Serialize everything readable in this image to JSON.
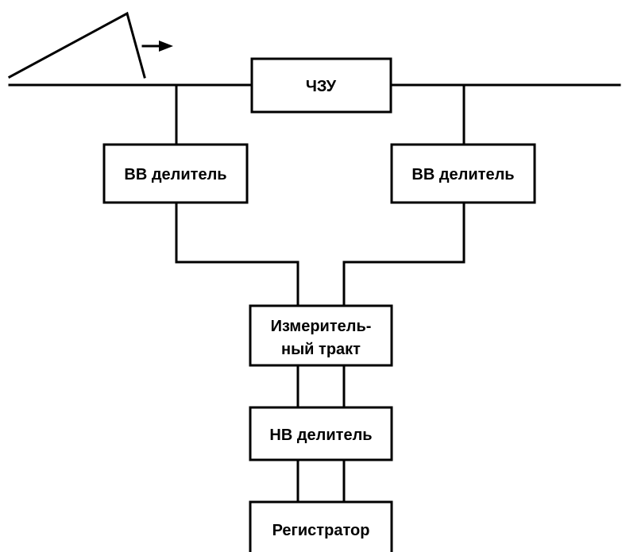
{
  "diagram": {
    "blocks": {
      "chzu": "ЧЗУ",
      "hv_divider_left": "ВВ делитель",
      "hv_divider_right": "ВВ делитель",
      "measurement_path_line1": "Измеритель-",
      "measurement_path_line2": "ный тракт",
      "lv_divider": "НВ делитель",
      "recorder": "Регистратор"
    }
  }
}
